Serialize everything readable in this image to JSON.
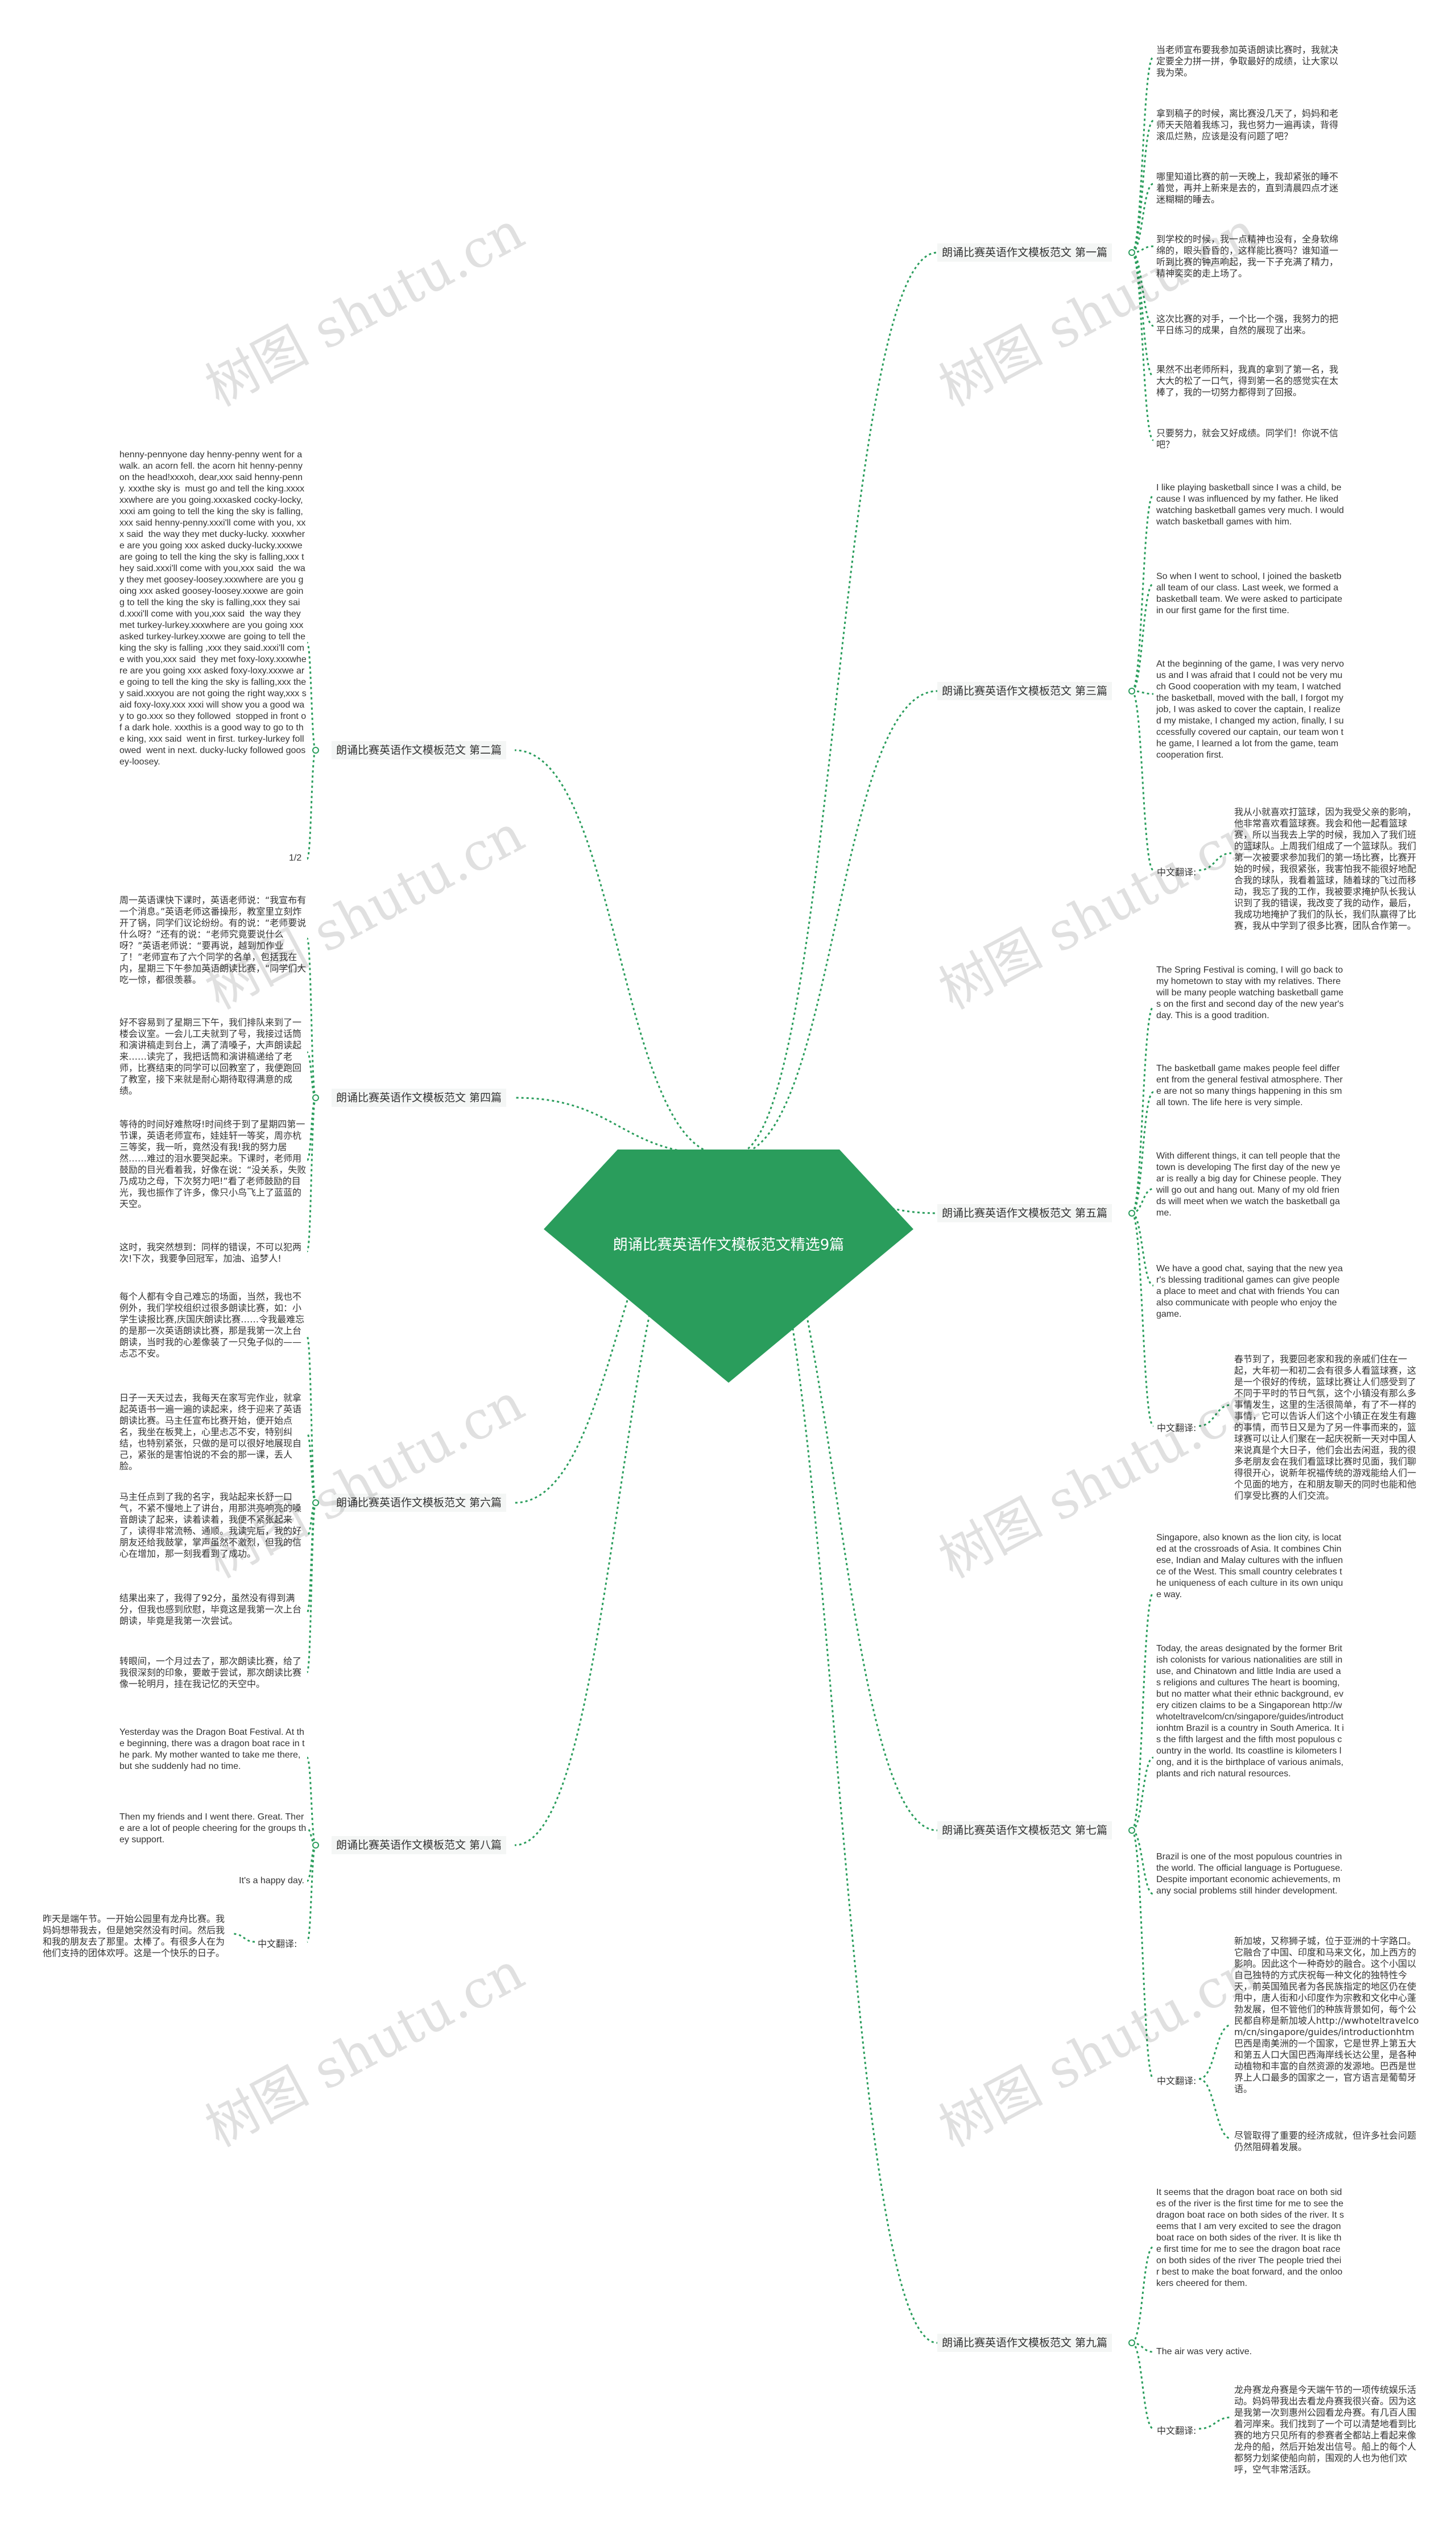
{
  "root": {
    "title": "朗诵比赛英语作文模板范文精选9篇",
    "color": "#2a9d5c",
    "line_color": "#2a9d5c"
  },
  "watermark": "树图 shutu.cn",
  "branches": [
    {
      "label": "朗诵比赛英语作文模板范文 第一篇",
      "items": [
        "当老师宣布要我参加英语朗读比赛时，我就决定要全力拼一拼，争取最好的成绩，让大家以我为荣。",
        "拿到稿子的时候，离比赛没几天了，妈妈和老师天天陪着我练习，我也努力一遍再读，背得滚瓜烂熟，应该是没有问题了吧？",
        "哪里知道比赛的前一天晚上，我却紧张的睡不着觉，再并上新来是去的，直到清晨四点才迷迷糊糊的睡去。",
        "到学校的时候，我一点精神也没有，全身软绵绵的，眼头昏昏的，这样能比赛吗？谁知道一听到比赛的钟声响起，我一下子充满了精力，精神奕奕的走上场了。",
        "这次比赛的对手，一个比一个强，我努力的把平日练习的成果，自然的展现了出来。",
        "果然不出老师所料，我真的拿到了第一名，我大大的松了一口气，得到第一名的感觉实在太棒了，我的一切努力都得到了回报。",
        "只要努力，就会又好成绩。同学们！你说不信吧？"
      ]
    },
    {
      "label": "朗诵比赛英语作文模板范文 第二篇",
      "items": [
        "henny-pennyone day henny-penny went for a walk. an acorn fell. the acorn hit henny-penny on the head!xxxoh, dear,xxx said henny-penny. xxxthe sky is  must go and tell the king.xxxxxxwhere are you going.xxxasked cocky-locky,xxxi am going to tell the king the sky is falling,xxx said henny-penny.xxxi'll come with you, xxx said  the way they met ducky-lucky. xxxwhere are you going xxx asked ducky-lucky.xxxwe are going to tell the king the sky is falling,xxx they said.xxxi'll come with you,xxx said  the way they met goosey-loosey.xxxwhere are you going xxx asked goosey-loosey.xxxwe are going to tell the king the sky is falling,xxx they said.xxxi'll come with you,xxx said  the way they met turkey-lurkey.xxxwhere are you going xxx asked turkey-lurkey.xxxwe are going to tell the king the sky is falling ,xxx they said.xxxi'll come with you,xxx said  they met foxy-loxy.xxxwhere are you going xxx asked foxy-loxy.xxxwe are going to tell the king the sky is falling,xxx they said.xxxyou are not going the right way,xxx said foxy-loxy.xxx xxxi will show you a good way to go.xxx so they followed  stopped in front of a dark hole. xxxthis is a good way to go to the king, xxx said  went in first. turkey-lurkey followed  went in next. ducky-lucky followed goosey-loosey."
      ],
      "page": "1/2"
    },
    {
      "label": "朗诵比赛英语作文模板范文 第三篇",
      "items": [
        "I like playing basketball since I was a child, because I was influenced by my father. He liked watching basketball games very much. I would watch basketball games with him.",
        "So when I went to school, I joined the basketball team of our class. Last week, we formed a basketball team. We were asked to participate in our first game for the first time.",
        "At the beginning of the game, I was very nervous and I was afraid that I could not be very much Good cooperation with my team, I watched the basketball, moved with the ball, I forgot my job, I was asked to cover the captain, I realized my mistake, I changed my action, finally, I successfully covered our captain, our team won the game, I learned a lot from the game, team cooperation first."
      ],
      "translation_label": "中文翻译:",
      "translation": "我从小就喜欢打篮球，因为我受父亲的影响，他非常喜欢看篮球赛。我会和他一起看篮球赛，所以当我去上学的时候，我加入了我们班的篮球队。上周我们组成了一个篮球队。我们第一次被要求参加我们的第一场比赛，比赛开始的时候，我很紧张，我害怕我不能很好地配合我的球队，我看着篮球，随着球的飞过而移动，我忘了我的工作，我被要求掩护队长我认识到了我的错误，我改变了我的动作，最后，我成功地掩护了我们的队长，我们队赢得了比赛，我从中学到了很多比赛，团队合作第一。"
    },
    {
      "label": "朗诵比赛英语作文模板范文 第四篇",
      "items": [
        "周一英语课快下课时，英语老师说：“我宣布有一个消息。”英语老师这番操形，教室里立刻炸开了锅，同学们议论纷纷。有的说：“老师要说什么呀？”还有的说：“老师究竟要说什么呀？”英语老师说：“要再说，越到加作业了！”老师宣布了六个同学的名单，包括我在内，星期三下午参加英语朗读比赛，“同学们大吃一惊，都很羡慕。",
        "好不容易到了星期三下午，我们排队来到了一楼会议室。一会儿工夫就到了号，我接过话筒和演讲稿走到台上，满了清嗓子，大声朗读起来……读完了，我把话筒和演讲稿递给了老师，比赛结束的同学可以回教室了，我便跑回了教室，接下来就是耐心期待取得满意的成绩。",
        "等待的时间好难熬呀!时间终于到了星期四第一节课，英语老师宣布，娃娃轩一等奖，周亦杭三等奖，我一听，竟然没有我!我的努力居然……难过的泪水要哭起来。下课时，老师用鼓励的目光看着我，好像在说：“没关系，失败乃成功之母，下次努力吧!”看了老师鼓励的目光，我也振作了许多，像只小鸟飞上了蓝蓝的天空。",
        "这时，我突然想到：同样的错误，不可以犯两次!下次，我要争回冠军，加油、追梦人!"
      ]
    },
    {
      "label": "朗诵比赛英语作文模板范文 第五篇",
      "items": [
        "The Spring Festival is coming, I will go back to my hometown to stay with my relatives. There will be many people watching basketball games on the first and second day of the new year's day. This is a good tradition.",
        "The basketball game makes people feel different from the general festival atmosphere. There are not so many things happening in this small town. The life here is very simple.",
        "With different things, it can tell people that the town is developing The first day of the new year is really a big day for Chinese people. They will go out and hang out. Many of my old friends will meet when we watch the basketball game.",
        "We have a good chat, saying that the new year's blessing traditional games can give people a place to meet and chat with friends You can also communicate with people who enjoy the game."
      ],
      "translation_label": "中文翻译:",
      "translation": "春节到了，我要回老家和我的亲戚们住在一起，大年初一和初二会有很多人看篮球赛，这是一个很好的传统，篮球比赛让人们感受到了不同于平时的节日气氛，这个小镇没有那么多事情发生，这里的生活很简单，有了不一样的事情，它可以告诉人们这个小镇正在发生有趣的事情，而节日又是为了另一件事而来的，篮球赛可以让人们聚在一起庆祝新一天对中国人来说真是个大日子，他们会出去闲逛，我的很多老朋友会在我们看篮球比赛时见面，我们聊得很开心，说新年祝福传统的游戏能给人们一个见面的地方，在和朋友聊天的同时也能和他们享受比赛的人们交流。"
    },
    {
      "label": "朗诵比赛英语作文模板范文 第六篇",
      "items": [
        "每个人都有令自己难忘的场面，当然，我也不例外，我们学校组织过很多朗读比赛，如：小学生读报比赛,庆国庆朗读比赛……令我最难忘的是那一次英语朗读比赛，那是我第一次上台朗读，当时我的心差像装了一只兔子似的——忐忑不安。",
        "日子一天天过去，我每天在家写完作业，就拿起英语书一遍一遍的读起来，终于迎来了英语朗读比赛。马主任宣布比赛开始，便开始点名，我坐在板凳上，心里忐忑不安，特别纠结，也特别紧张，只做的是可以很好地展现自己，紧张的是害怕说的不会的那一课，丢人脸。",
        "马主任点到了我的名字，我站起来长舒一口气，不紧不慢地上了讲台，用那洪亮响亮的嗓音朗读了起来，读着读着，我便不紧张起来了，读得非常流畅、通顺。我读完后，我的好朋友还给我鼓掌，掌声虽然不激烈，但我的信心在增加，那一刻我看到了成功。",
        "结果出来了，我得了92分，虽然没有得到满分，但我也感到欣慰，毕竟这是我第一次上台朗读，毕竟是我第一次尝试。",
        "转眼间，一个月过去了，那次朗读比赛，给了我很深刻的印象，要敢于尝试，那次朗读比赛像一轮明月，挂在我记忆的天空中。"
      ]
    },
    {
      "label": "朗诵比赛英语作文模板范文 第七篇",
      "items": [
        "Singapore, also known as the lion city, is located at the crossroads of Asia. It combines Chinese, Indian and Malay cultures with the influence of the West. This small country celebrates the uniqueness of each culture in its own unique way.",
        "Today, the areas designated by the former British colonists for various nationalities are still in use, and Chinatown and little India are used as religions and cultures The heart is booming, but no matter what their ethnic background, every citizen claims to be a Singaporean http://wwhoteltravelcom/cn/singapore/guides/introductionhtm Brazil is a country in South America. It is the fifth largest and the fifth most populous country in the world. Its coastline is kilometers long, and it is the birthplace of various animals, plants and rich natural resources.",
        "Brazil is one of the most populous countries in the world. The official language is Portuguese. Despite important economic achievements, many social problems still hinder development."
      ],
      "translation_label": "中文翻译:",
      "translation": [
        "新加坡，又称狮子城，位于亚洲的十字路口。它融合了中国、印度和马来文化，加上西方的影响。因此这个一种奇妙的融合。这个小国以自己独特的方式庆祝每一种文化的独特性今天，前英国殖民者为各民族指定的地区仍在使用中，唐人街和小印度作为宗教和文化中心蓬勃发展，但不管他们的种族背景如何，每个公民都自称是新加坡人http://wwhoteltravelcom/cn/singapore/guides/introductionhtm巴西是南美洲的一个国家，它是世界上第五大和第五人口大国巴西海岸线长达公里，是各种动植物和丰富的自然资源的发源地。巴西是世界上人口最多的国家之一，官方语言是葡萄牙语。",
        "尽管取得了重要的经济成就，但许多社会问题仍然阻碍着发展。"
      ]
    },
    {
      "label": "朗诵比赛英语作文模板范文 第八篇",
      "items": [
        "Yesterday was the Dragon Boat Festival. At the beginning, there was a dragon boat race in the park. My mother wanted to take me there, but she suddenly had no time.",
        "Then my friends and I went there. Great. There are a lot of people cheering for the groups they support.",
        "It's a happy day."
      ],
      "translation_label": "中文翻译:",
      "translation": "昨天是端午节。一开始公园里有龙舟比赛。我妈妈想带我去，但是她突然没有时间。然后我和我的朋友去了那里。太棒了。有很多人在为他们支持的团体欢呼。这是一个快乐的日子。"
    },
    {
      "label": "朗诵比赛英语作文模板范文 第九篇",
      "items": [
        "It seems that the dragon boat race on both sides of the river is the first time for me to see the dragon boat race on both sides of the river. It seems that I am very excited to see the dragon boat race on both sides of the river. It is like the first time for me to see the dragon boat race on both sides of the river The people tried their best to make the boat forward, and the onlookers cheered for them.",
        "The air was very active."
      ],
      "translation_label": "中文翻译:",
      "translation": "龙舟赛龙舟赛是今天端午节的一项传统娱乐活动。妈妈带我出去看龙舟赛我很兴奋。因为这是我第一次到惠州公园看龙舟赛。有几百人围着河岸来。我们找到了一个可以清楚地看到比赛的地方只见所有的参赛者全都站上看起来像龙舟的船，然后开始发出信号。船上的每个人都努力划桨使船向前，围观的人也为他们欢呼，空气非常活跃。"
    }
  ]
}
